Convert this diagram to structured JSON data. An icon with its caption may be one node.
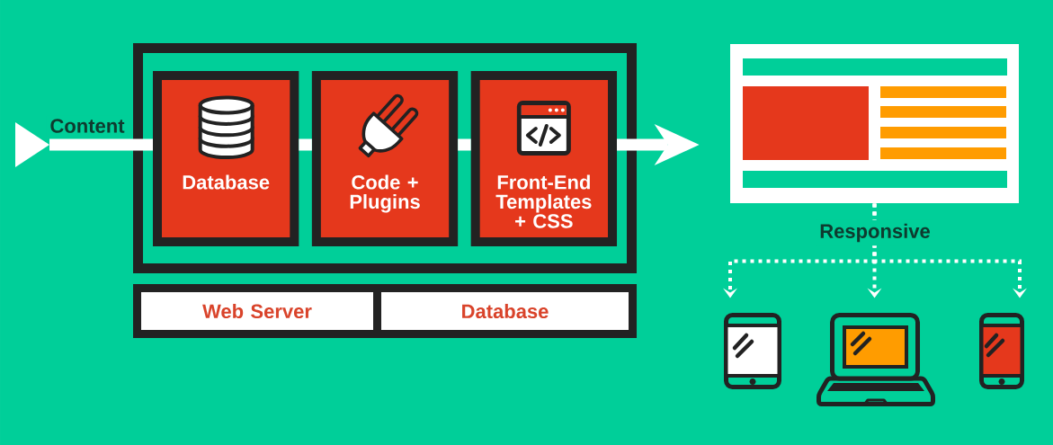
{
  "diagram": {
    "nodes": [
      {
        "text": [],
        "shape": "box"
      },
      {
        "text": [
          "Database"
        ],
        "in": 0
      },
      {
        "text": [
          "Code + Plugins"
        ],
        "in": 0
      },
      {
        "text": [
          "Front-End Templates + CSS"
        ],
        "in": 0
      },
      {
        "text": [],
        "shape": "box"
      },
      {
        "text": [
          "Web Server"
        ],
        "in": 4
      },
      {
        "text": [
          "Database"
        ],
        "in": 4
      },
      {
        "text": [],
        "shape": "picture"
      },
      {
        "text": [],
        "shape": "picture"
      },
      {
        "text": [],
        "shape": "picture"
      },
      {
        "text": [],
        "shape": "picture"
      }
    ],
    "edges": [
      {
        "from": null,
        "to": 1,
        "arrow": "to",
        "label": "Content"
      },
      {
        "from": 1,
        "to": 2,
        "arrow": "none"
      },
      {
        "from": 2,
        "to": 3,
        "arrow": "none"
      },
      {
        "from": 3,
        "to": 7,
        "arrow": "to"
      },
      {
        "from": 7,
        "to": 8,
        "arrow": "to",
        "style": "dashed"
      },
      {
        "from": 7,
        "to": 9,
        "arrow": "to",
        "style": "dashed",
        "label": "Responsive"
      },
      {
        "from": 7,
        "to": 10,
        "arrow": "to",
        "style": "dashed"
      }
    ]
  }
}
